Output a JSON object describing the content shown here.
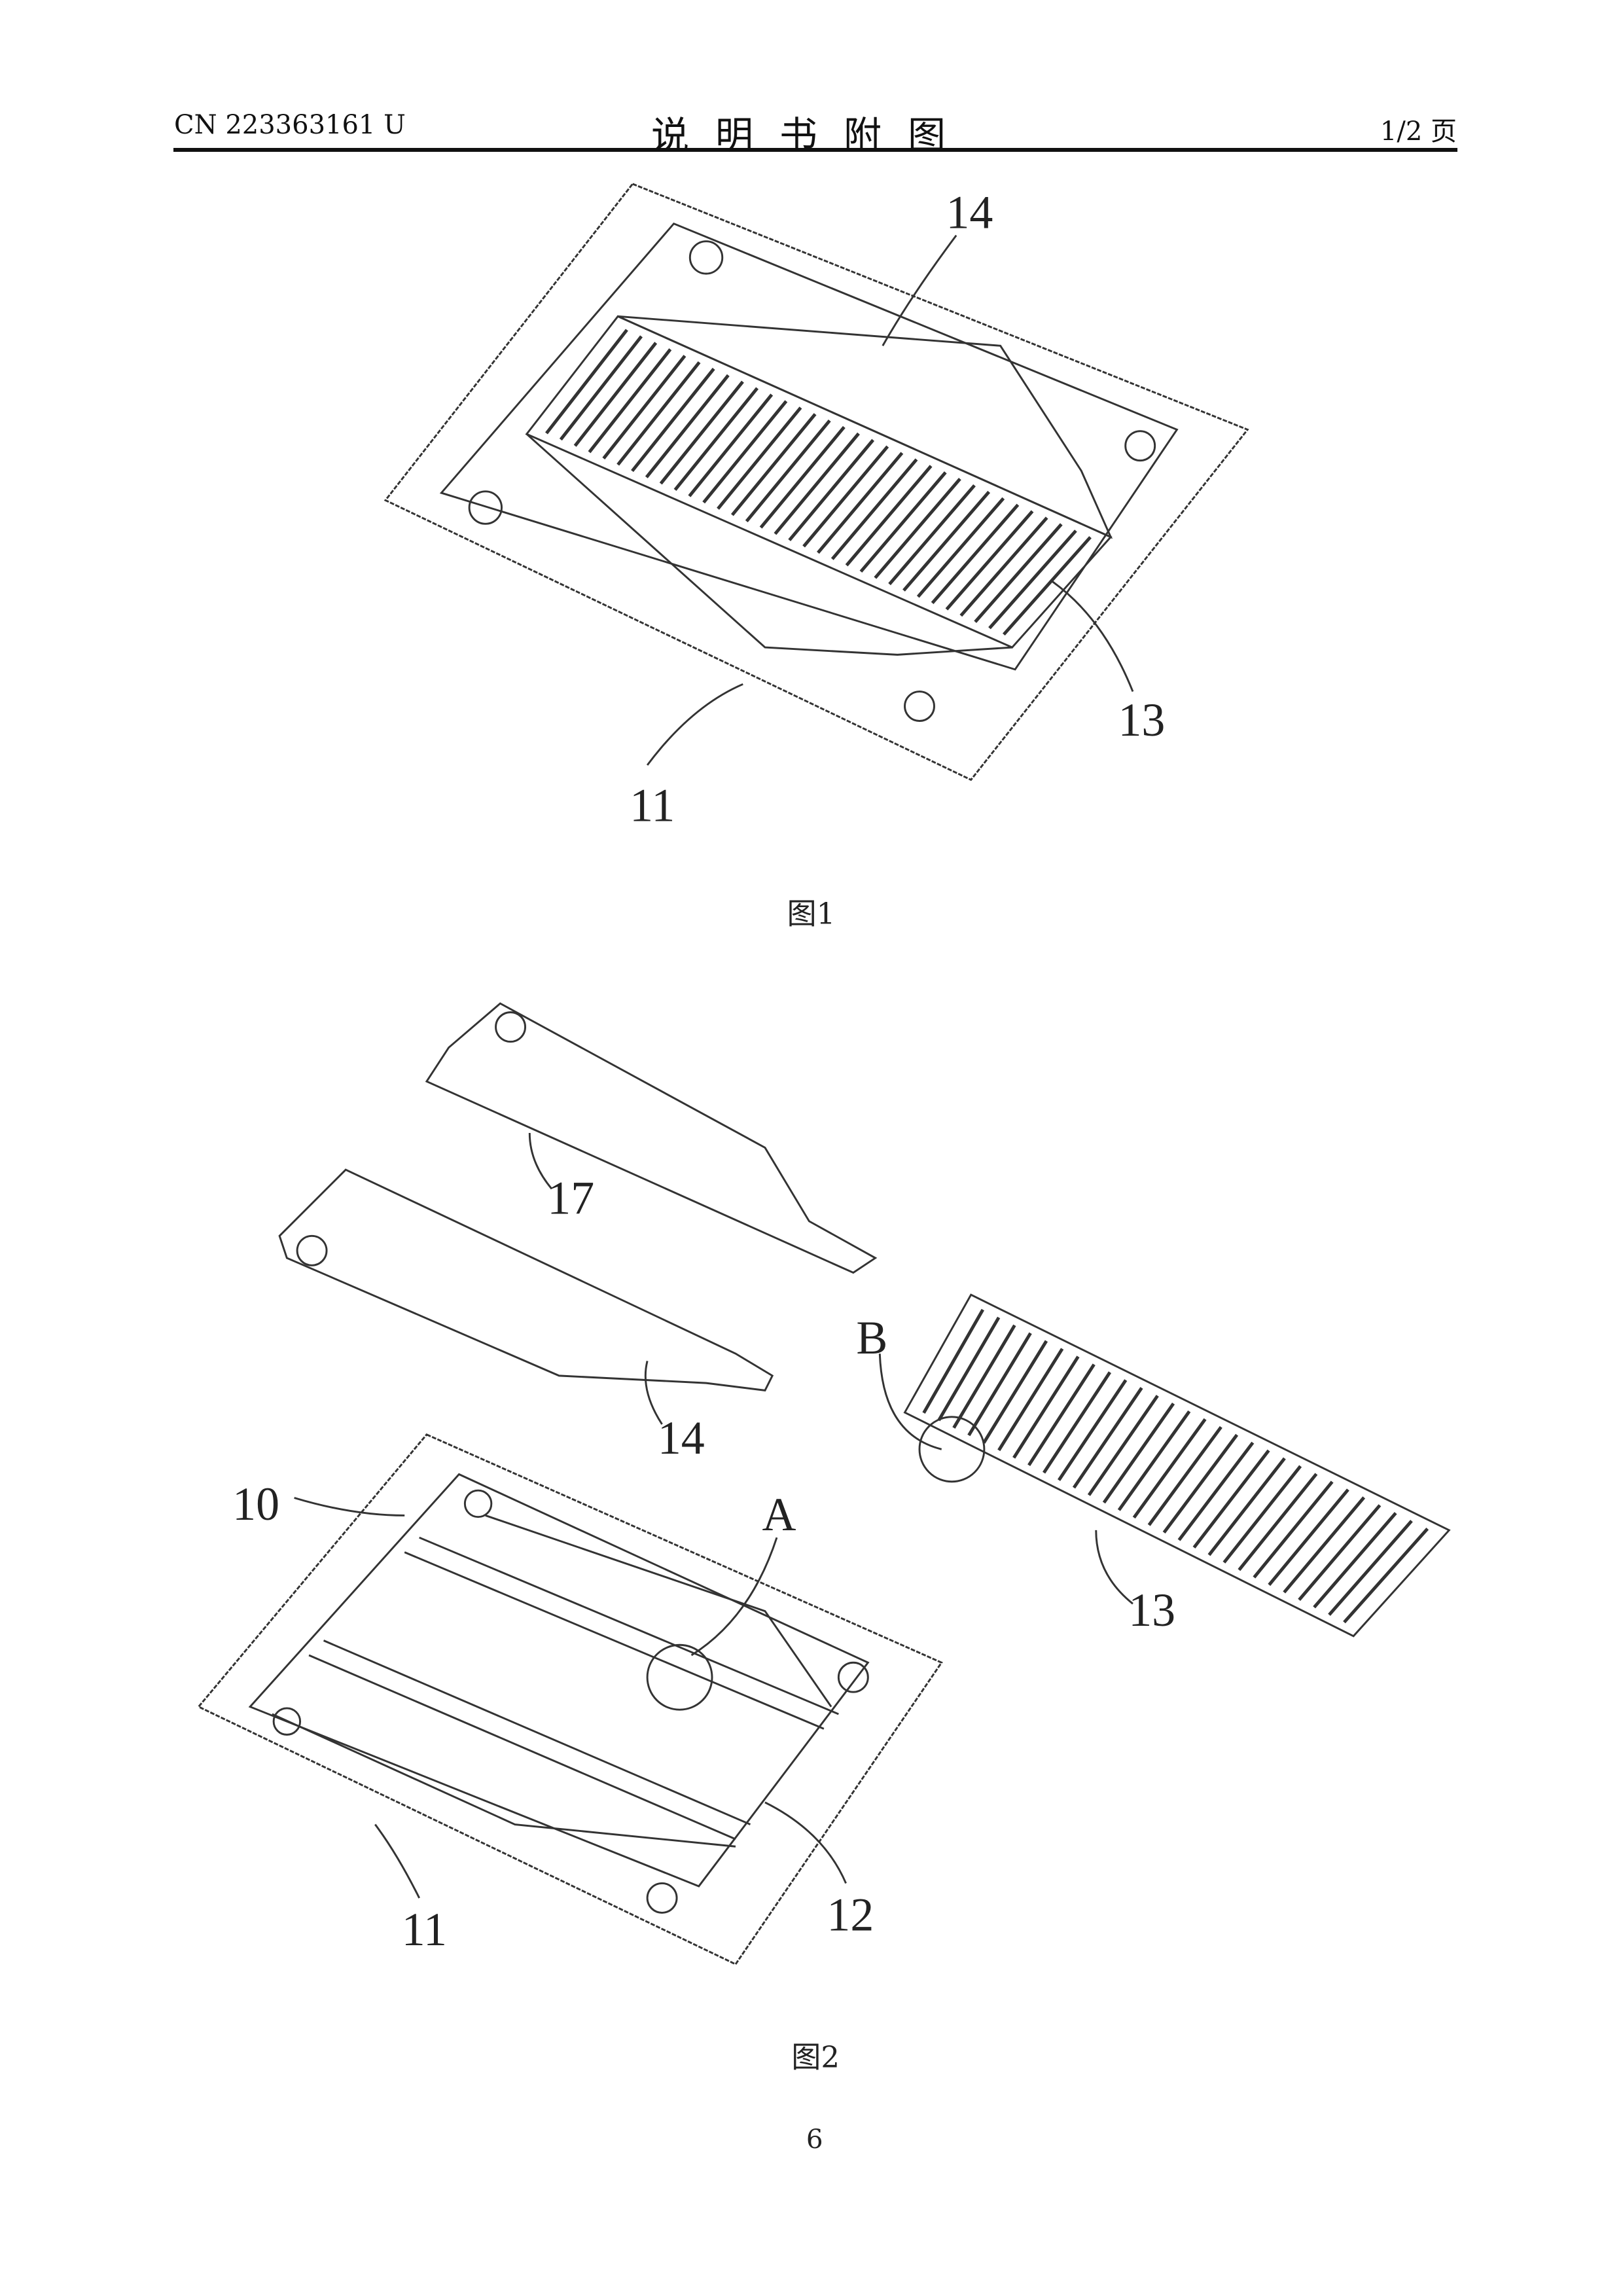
{
  "header": {
    "doc_number": "CN 223363161 U",
    "title": "说明书附图",
    "page_of": "1/2 页"
  },
  "figures": [
    {
      "caption": "图1",
      "labels": {
        "l14": "14",
        "l13": "13",
        "l11": "11"
      }
    },
    {
      "caption": "图2",
      "labels": {
        "l17": "17",
        "l14": "14",
        "lB": "B",
        "l10": "10",
        "lA": "A",
        "l13": "13",
        "l11": "11",
        "l12": "12"
      }
    }
  ],
  "footer": {
    "page_number": "6"
  }
}
